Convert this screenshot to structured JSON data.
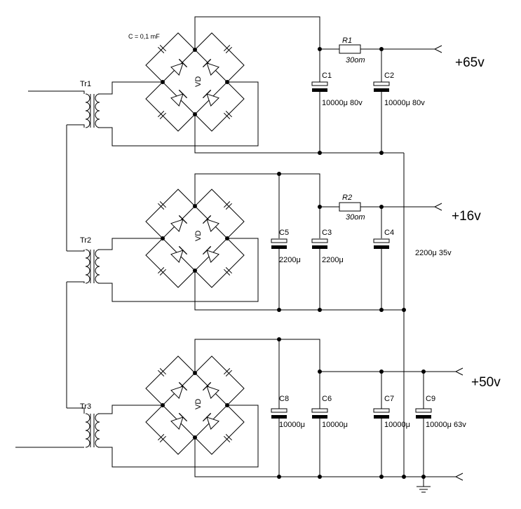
{
  "note": "C = 0,1 mF",
  "transformers": [
    "Tr1",
    "Tr2",
    "Tr3"
  ],
  "bridge_label": "VD",
  "resistors": [
    {
      "ref": "R1",
      "value": "30om"
    },
    {
      "ref": "R2",
      "value": "30om"
    }
  ],
  "capacitors": [
    {
      "ref": "C1",
      "value": "10000μ 80v"
    },
    {
      "ref": "C2",
      "value": "10000μ 80v"
    },
    {
      "ref": "C3",
      "value": "2200μ"
    },
    {
      "ref": "C4",
      "value": "2200μ 35v"
    },
    {
      "ref": "C5",
      "value": "2200μ"
    },
    {
      "ref": "C6",
      "value": "10000μ"
    },
    {
      "ref": "C7",
      "value": "10000μ"
    },
    {
      "ref": "C8",
      "value": "10000μ"
    },
    {
      "ref": "C9",
      "value": "10000μ 63v"
    }
  ],
  "outputs": [
    "+65v",
    "+16v",
    "+50v"
  ]
}
